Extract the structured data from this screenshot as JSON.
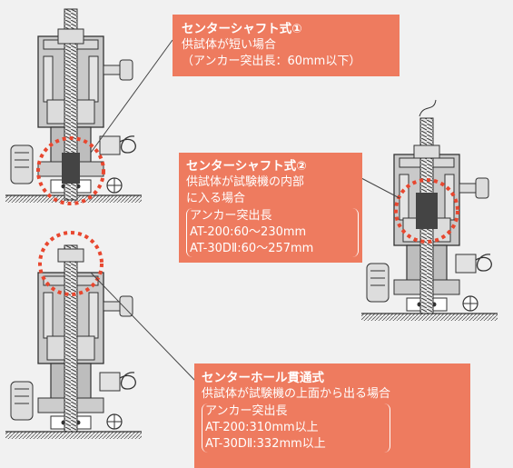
{
  "callouts": [
    {
      "title": "センターシャフト式①",
      "lines": [
        "供試体が短い場合",
        "（アンカー突出長：60mm以下）"
      ]
    },
    {
      "title": "センターシャフト式②",
      "lines": [
        "供試体が試験機の内部",
        "に入る場合"
      ],
      "bracket_lines": [
        "アンカー突出長",
        "AT-200:60〜230mm",
        "AT-30DⅡ:60〜257mm"
      ]
    },
    {
      "title": "センターホール貫通式",
      "lines": [
        "供試体が試験機の上面から出る場合"
      ],
      "bracket_lines": [
        "アンカー突出長",
        "AT-200:310mm以上",
        "AT-30DⅡ:332mm以上"
      ]
    }
  ],
  "colors": {
    "callout_bg": "#ee7b5f",
    "highlight_ring": "#e8472f",
    "machine_gray": "#c9c9c9",
    "background": "#f1f1f1"
  }
}
